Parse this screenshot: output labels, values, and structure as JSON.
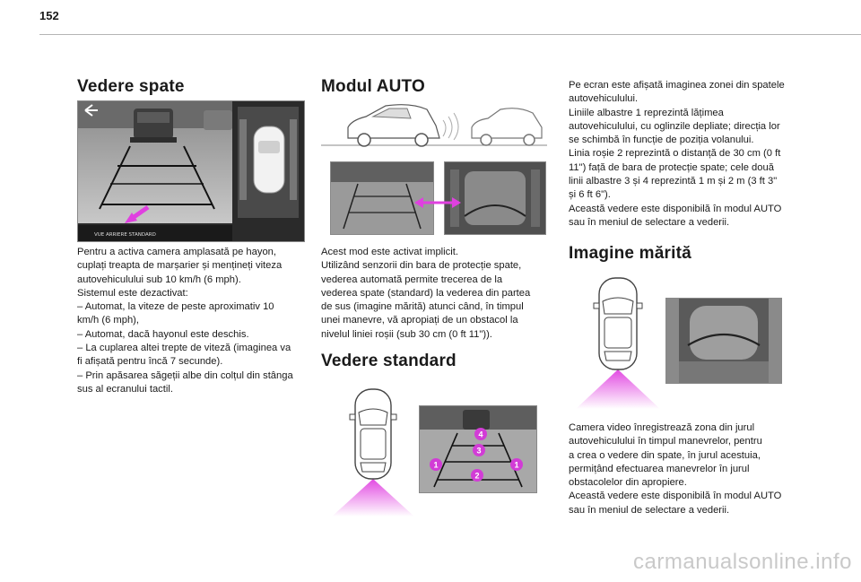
{
  "page_number": "152",
  "col1": {
    "heading": "Vedere spate",
    "screen_caption": "VUE ARRIERE STANDARD",
    "paragraphs": [
      "Pentru a activa camera amplasată pe hayon,",
      "cuplați treapta de marșarier și mențineți viteza",
      "autovehiculului sub 10 km/h (6 mph).",
      "Sistemul este dezactivat:",
      "–  Automat, la viteze de peste aproximativ 10",
      "km/h (6 mph),",
      "–  Automat, dacă hayonul este deschis.",
      "–  La cuplarea altei trepte de viteză (imaginea va",
      "fi afișată pentru încă 7 secunde).",
      "–  Prin apăsarea săgeții albe din colțul din stânga",
      "sus al ecranului tactil."
    ]
  },
  "col2": {
    "heading1": "Modul AUTO",
    "paragraphs": [
      "Acest mod este activat implicit.",
      "Utilizând senzorii din bara de protecție spate,",
      "vederea automată permite trecerea de la",
      "vederea spate (standard) la vederea din partea",
      "de sus (imagine mărită) atunci când, în timpul",
      "unei manevre, vă apropiați de un obstacol la",
      "nivelul liniei roșii (sub 30 cm (0 ft 11\"))."
    ],
    "heading2": "Vedere standard",
    "markers": [
      "4",
      "3",
      "1",
      "1",
      "2"
    ]
  },
  "col3": {
    "intro": [
      "Pe ecran este afișată imaginea zonei din spatele",
      "autovehiculului.",
      "Liniile albastre 1 reprezintă lățimea",
      "autovehiculului, cu oglinzile depliate; direcția lor",
      "se schimbă în funcție de poziția volanului.",
      "Linia roșie 2 reprezintă o distanță de 30 cm (0 ft",
      "11\") față de bara de protecție spate; cele două",
      "linii albastre 3 și 4 reprezintă 1 m și 2 m (3 ft 3\"",
      "și 6 ft 6\").",
      "Această vedere este disponibilă în modul AUTO",
      "sau în meniul de selectare a vederii."
    ],
    "heading": "Imagine mărită",
    "paragraphs": [
      "Camera video înregistrează zona din jurul",
      "autovehiculului în timpul manevrelor, pentru",
      "a crea o vedere din spate, în jurul acestuia,",
      "permițând efectuarea manevrelor în jurul",
      "obstacolelor din apropiere.",
      "Această vedere este disponibilă în modul AUTO",
      "sau în meniul de selectare a vederii."
    ]
  },
  "watermark": "carmanualsonline.info",
  "colors": {
    "accent": "#e040e0",
    "marker": "#d23cd6"
  }
}
